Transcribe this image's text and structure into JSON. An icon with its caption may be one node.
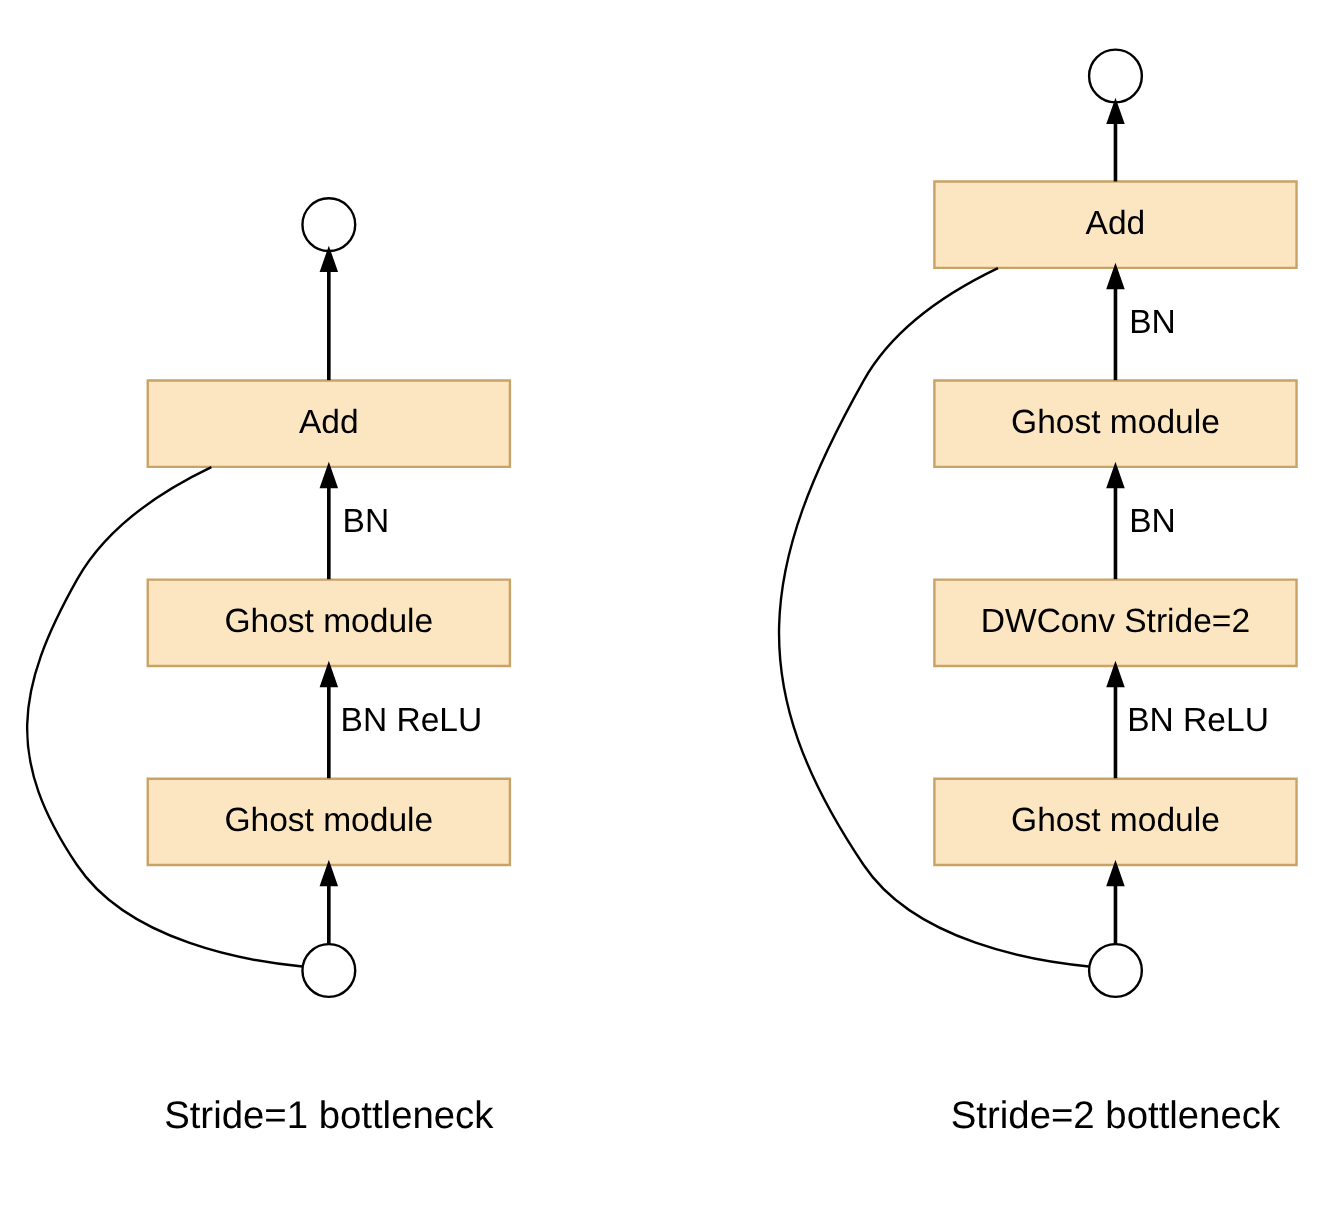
{
  "diagram": {
    "nodes": [
      {
        "text": [],
        "shape": "circle"
      },
      {
        "text": [
          "Add"
        ]
      },
      {
        "text": [
          "Ghost module"
        ]
      },
      {
        "text": [
          "Ghost module"
        ]
      },
      {
        "text": [],
        "shape": "circle"
      },
      {
        "text": [],
        "shape": "circle"
      },
      {
        "text": [
          "Add"
        ]
      },
      {
        "text": [
          "Ghost module"
        ]
      },
      {
        "text": [
          "DWConv Stride=2"
        ]
      },
      {
        "text": [
          "Ghost module"
        ]
      },
      {
        "text": [],
        "shape": "circle"
      }
    ],
    "edges": [
      {
        "from": 4,
        "to": 3,
        "arrow": "to"
      },
      {
        "from": 3,
        "to": 2,
        "arrow": "to",
        "label": "BN ReLU"
      },
      {
        "from": 2,
        "to": 1,
        "arrow": "to",
        "label": "BN"
      },
      {
        "from": 1,
        "to": 0,
        "arrow": "to"
      },
      {
        "from": 4,
        "to": 1,
        "arrow": "none"
      },
      {
        "from": 10,
        "to": 9,
        "arrow": "to"
      },
      {
        "from": 9,
        "to": 8,
        "arrow": "to",
        "label": "BN ReLU"
      },
      {
        "from": 8,
        "to": 7,
        "arrow": "to",
        "label": "BN"
      },
      {
        "from": 7,
        "to": 6,
        "arrow": "to",
        "label": "BN"
      },
      {
        "from": 6,
        "to": 5,
        "arrow": "to"
      },
      {
        "from": 10,
        "to": 6,
        "arrow": "none"
      }
    ],
    "labels": [
      "Stride=1 bottleneck",
      "Stride=2 bottleneck"
    ]
  }
}
